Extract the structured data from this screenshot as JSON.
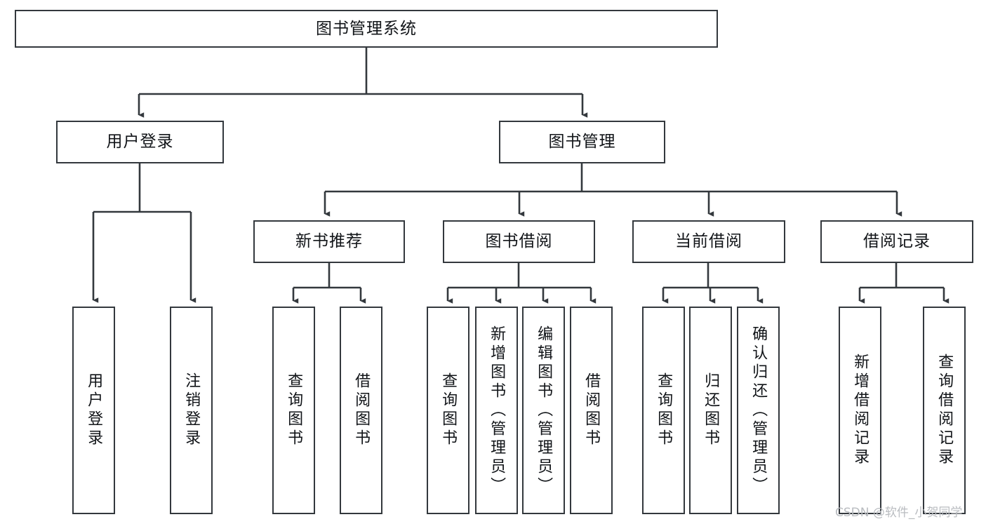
{
  "diagram": {
    "type": "tree",
    "title": "图书管理系统",
    "orientation": "top-down",
    "edge_color": "#33383d",
    "node_border_color": "#33383d",
    "node_fill_color": "#ffffff",
    "background_color": "#ffffff",
    "watermark": "CSDN @软件_小贺同学",
    "levels": 3
  },
  "root": {
    "label": "图书管理系统"
  },
  "level2": [
    {
      "label": "用户登录"
    },
    {
      "label": "图书管理"
    }
  ],
  "level3": [
    {
      "label": "新书推荐"
    },
    {
      "label": "图书借阅"
    },
    {
      "label": "当前借阅"
    },
    {
      "label": "借阅记录"
    }
  ],
  "leaves": {
    "user_login": [
      {
        "label": "用户登录"
      },
      {
        "label": "注销登录"
      }
    ],
    "new_book_recommend": [
      {
        "label": "查询图书"
      },
      {
        "label": "借阅图书"
      }
    ],
    "book_borrow": [
      {
        "label": "查询图书"
      },
      {
        "label": "新增图书（管理员）"
      },
      {
        "label": "编辑图书（管理员）"
      },
      {
        "label": "借阅图书"
      }
    ],
    "current_borrow": [
      {
        "label": "查询图书"
      },
      {
        "label": "归还图书"
      },
      {
        "label": "确认归还（管理员）"
      }
    ],
    "borrow_record": [
      {
        "label": "新增借阅记录"
      },
      {
        "label": "查询借阅记录"
      }
    ]
  }
}
